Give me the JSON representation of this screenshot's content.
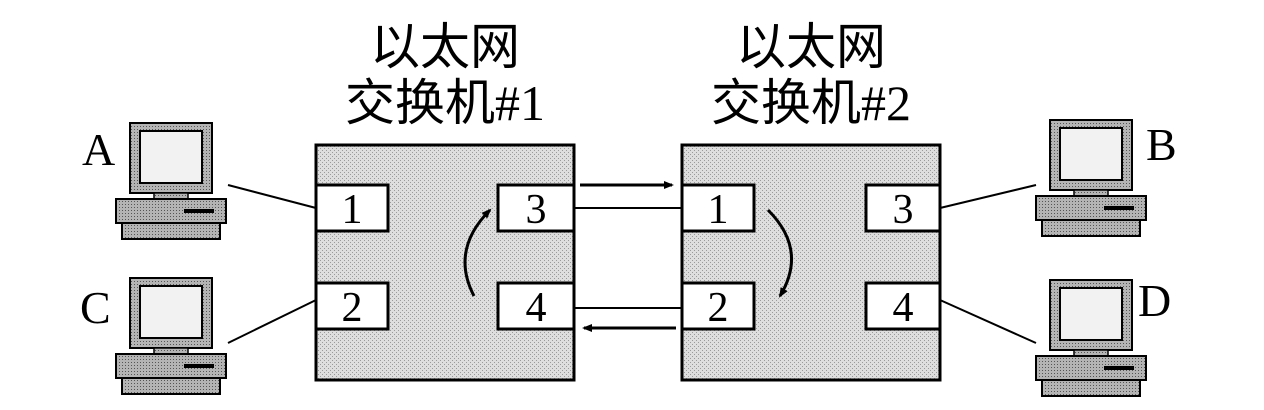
{
  "switches": [
    {
      "title_line1": "以太网",
      "title_line2": "交换机#1",
      "ports": {
        "p1": "1",
        "p2": "2",
        "p3": "3",
        "p4": "4"
      }
    },
    {
      "title_line1": "以太网",
      "title_line2": "交换机#2",
      "ports": {
        "p1": "1",
        "p2": "2",
        "p3": "3",
        "p4": "4"
      }
    }
  ],
  "hosts": {
    "a": "A",
    "b": "B",
    "c": "C",
    "d": "D"
  },
  "colors": {
    "line": "#000000",
    "switch_fill": "#d9d9d9",
    "port_fill": "#ffffff",
    "computer_fill": "#a8a8a8"
  }
}
